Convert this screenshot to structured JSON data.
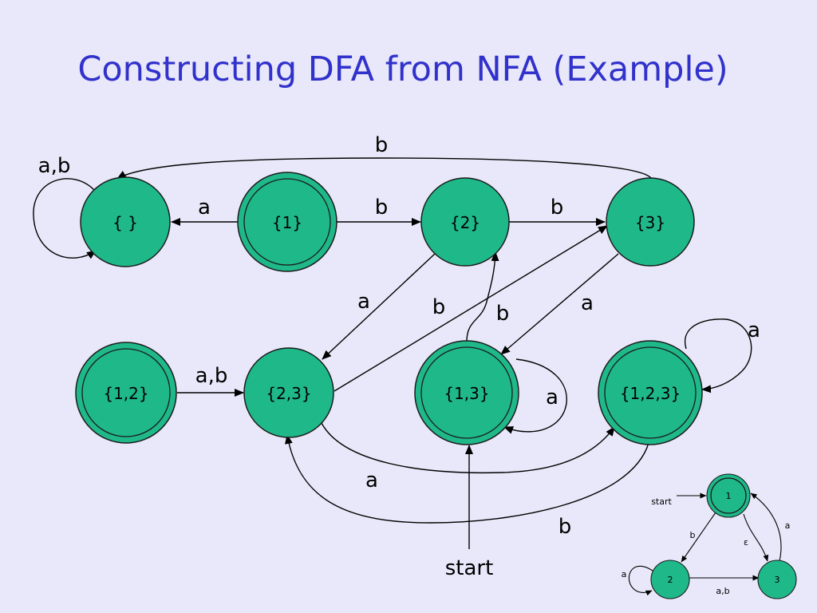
{
  "title": "Constructing DFA from NFA (Example)",
  "dfa": {
    "states": {
      "empty": "{ }",
      "s1": "{1}",
      "s2": "{2}",
      "s3": "{3}",
      "s12": "{1,2}",
      "s23": "{2,3}",
      "s13": "{1,3}",
      "s123": "{1,2,3}"
    },
    "labels": {
      "empty_loop": "a,b",
      "s3_to_empty": "b",
      "s1_to_empty": "a",
      "s1_to_s2": "b",
      "s2_to_s3": "b",
      "s2_to_s23": "a",
      "s23_to_s3": "b",
      "s13_to_s2": "b",
      "s3_to_s13": "a",
      "s123_loop": "a",
      "s12_to_s23": "a,b",
      "s13_loop": "a",
      "s23_to_s123": "a",
      "s123_to_s23": "b"
    },
    "start_label": "start"
  },
  "nfa": {
    "states": {
      "q1": "1",
      "q2": "2",
      "q3": "3"
    },
    "labels": {
      "start": "start",
      "q1_to_q2": "b",
      "q1_to_q3": "ε",
      "q3_to_q1": "a",
      "q2_loop": "a",
      "q2_to_q3": "a,b"
    }
  },
  "colors": {
    "background": "#E8E8FA",
    "title": "#3131CC",
    "state_fill": "#1FB889"
  }
}
